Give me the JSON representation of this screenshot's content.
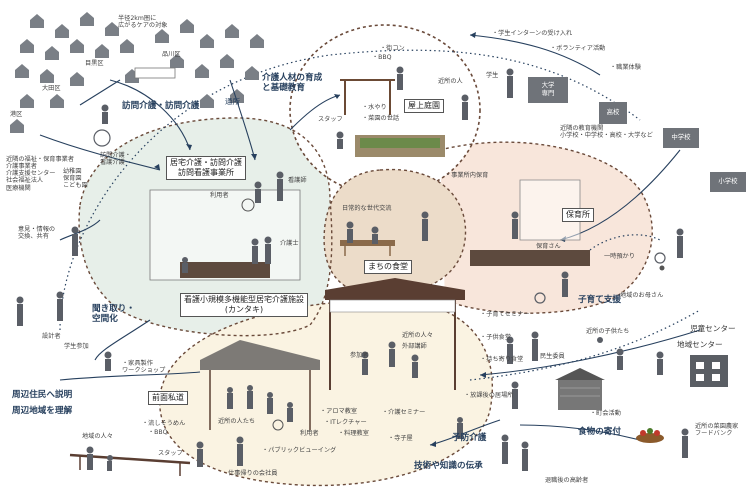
{
  "diagram": {
    "care_range": "半径2km圏に\n広がるケアの対象",
    "areas": [
      "品川区",
      "目黒区",
      "大田区",
      "港区"
    ],
    "visit_nursing": "訪問介護・訪問介護",
    "commute": "通所",
    "visit_nursing_care": "訪問介護・\n看護介護",
    "care_talent": "介護人材の育成\nと基礎教育",
    "welfare_orgs": "近隣の福祉・保育事業者\n介護事業者\n介護支援センター\n社会福祉法人\n医療機関",
    "welfare_orgs2": "幼稚園\n保育園\nこども園",
    "opinion": "意見・情報の\n交換、共有",
    "rooftop": {
      "title": "屋上庭園",
      "items": [
        "・街コン",
        "・BBQ",
        "・水やり",
        "・菜園の世話"
      ],
      "people": "近所の人",
      "staff": "スタッフ"
    },
    "home_visit_office": "居宅介護・訪問介護\n訪問看護事業所",
    "users": "利用者",
    "nurse": "看護師",
    "caregiver": "介護士",
    "workplace_nursery": "・事業所内保育",
    "intergen": "日常的な世代交流",
    "cafeteria": "まちの食堂",
    "nursery": {
      "title": "保育所",
      "staff": "保育さん",
      "temp": "一時預かり",
      "moms": "地域のお母さん",
      "support": "子育て支援"
    },
    "student": "学生",
    "student_intern": "・学生インターンの受け入れ",
    "volunteer": "・ボランティア活動",
    "work_exp": "・職業体験",
    "univ": "大学\n専門",
    "highschool": "高校",
    "jhs": "中学校",
    "elem": "小学校",
    "edu_orgs": "近隣の教育機関\n小学校・中学校・高校・大学など",
    "facility": "看護小規模多機能型居宅介護施設\n(カンタキ)",
    "hearing": "聞き取り・\n空間化",
    "designer": "設計者",
    "student_part": "学生参加",
    "workshop": "・家具製作\nワークショップ",
    "explain": "周辺住民へ説明",
    "understand": "周辺地域を理解",
    "alley": {
      "title": "前面私道",
      "items": [
        "・流しそうめん",
        "・BBQ",
        "・パブリックビューイング"
      ],
      "people": "近所の人たち",
      "users": "利用者",
      "local": "地域の人々",
      "staff": "スタッフ",
      "meeting": "仕事帰りの会社員"
    },
    "cafeteria_side": {
      "participants": "参加者",
      "locals": "近所の人々",
      "lecturer": "外部講師",
      "seminar1": "・子育てセミナー",
      "kids_cafe": "・子供食堂",
      "potluck": "・持ち寄り食堂",
      "after_school": "・放課後の居場所",
      "aroma": "・アロマ教室",
      "it": "・ITレクチャー",
      "cooking": "・料理教室",
      "care_seminar": "・介護セミナー",
      "temple": "・寺子屋"
    },
    "neighbor_kids": "近所の子供たち",
    "welfare_officer": "民生委員",
    "children_center": "児童センター",
    "area_center": "地域センター",
    "town_event": "・町会活動",
    "food_donation": "食物の寄付",
    "farmers": "近所の菜園農家\nフードバンク",
    "prevention": "予防介護",
    "tech_transfer": "技術や知識の伝承",
    "elderly": "退職後の高齢者"
  }
}
